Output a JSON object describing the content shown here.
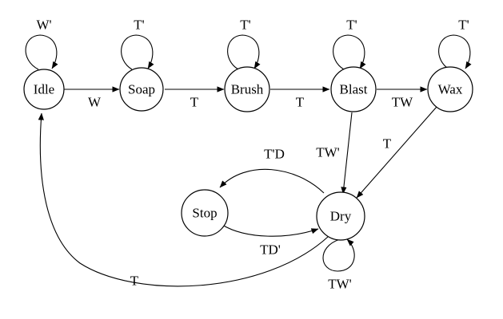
{
  "diagram": {
    "states": {
      "idle": "Idle",
      "soap": "Soap",
      "brush": "Brush",
      "blast": "Blast",
      "wax": "Wax",
      "stop": "Stop",
      "dry": "Dry"
    },
    "self_loops": {
      "idle": "W'",
      "soap": "T'",
      "brush": "T'",
      "blast": "T'",
      "wax": "T'",
      "dry": "TW'"
    },
    "transitions": {
      "idle_to_soap": "W",
      "soap_to_brush": "T",
      "brush_to_blast": "T",
      "blast_to_wax": "TW",
      "blast_to_dry": "TW'",
      "wax_to_dry": "T",
      "dry_to_stop": "T'D",
      "stop_to_dry": "TD'",
      "dry_to_idle": "T"
    }
  }
}
